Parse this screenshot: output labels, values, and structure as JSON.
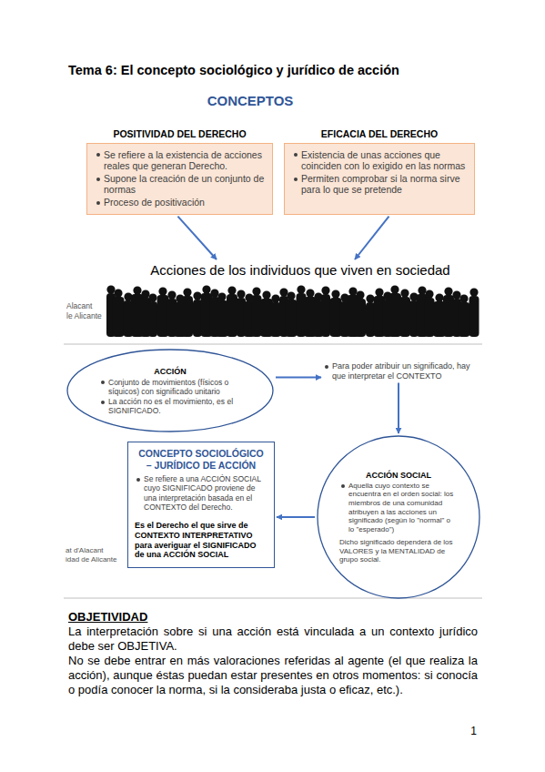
{
  "diagram": {
    "title": "Tema 6: El concepto sociológico y jurídico de acción",
    "nodes": [
      {
        "text": [
          "POSITIVIDAD DEL DERECHO",
          "Se refiere a la existencia de acciones reales que generan Derecho.",
          "Supone la creación de un conjunto de normas",
          "Proceso de positivación"
        ]
      },
      {
        "text": [
          "EFICACIA DEL DERECHO",
          "Existencia de unas acciones que coinciden con lo exigido en las normas",
          "Permiten comprobar si la norma sirve para lo que se pretende"
        ]
      },
      {
        "text": [
          "Acciones de los individuos que viven en sociedad"
        ]
      },
      {
        "text": [
          "ACCIÓN",
          "Conjunto de movimientos (físicos o síquicos) con significado unitario",
          "La acción no es el movimiento, es el SIGNIFICADO."
        ]
      },
      {
        "text": [
          "Para poder atribuir un significado, hay que interpretar el CONTEXTO"
        ]
      },
      {
        "text": [
          "ACCIÓN SOCIAL",
          "Aquella cuyo contexto se encuentra en el orden social: los miembros de una comunidad atribuyen a las acciones un significado (según lo \"normal\" o lo \"esperado\")",
          "Dicho significado dependerá de los VALORES y la MENTALIDAD de grupo social."
        ]
      },
      {
        "text": [
          "CONCEPTO SOCIOLÓGICO – JURÍDICO DE ACCIÓN",
          "Se refiere a una ACCIÓN SOCIAL cuyo SIGNIFICADO proviene de una interpretación basada en el CONTEXTO del Derecho.",
          "Es el Derecho el que sirve de CONTEXTO INTERPRETATIVO para averiguar el SIGNIFICADO de una ACCIÓN SOCIAL"
        ]
      }
    ],
    "edges": [
      {
        "from": 0,
        "to": 2,
        "arrow": "to"
      },
      {
        "from": 1,
        "to": 2,
        "arrow": "to"
      },
      {
        "from": 3,
        "to": 4,
        "arrow": "to"
      },
      {
        "from": 4,
        "to": 5,
        "arrow": "to"
      },
      {
        "from": 5,
        "to": 6,
        "arrow": "to"
      }
    ],
    "labels": [
      "CONCEPTOS",
      "Alacant",
      "le Alicante",
      "at d'Alacant",
      "idad de Alicante",
      "OBJETIVIDAD",
      "La interpretación sobre si una acción está vinculada a un contexto jurídico debe ser OBJETIVA.",
      "No se debe entrar en más valoraciones referidas al agente (el que realiza la acción), aunque éstas puedan estar presentes en otros momentos: si conocía o podía conocer la norma, si la consideraba justa o eficaz, etc.).",
      "1"
    ]
  }
}
